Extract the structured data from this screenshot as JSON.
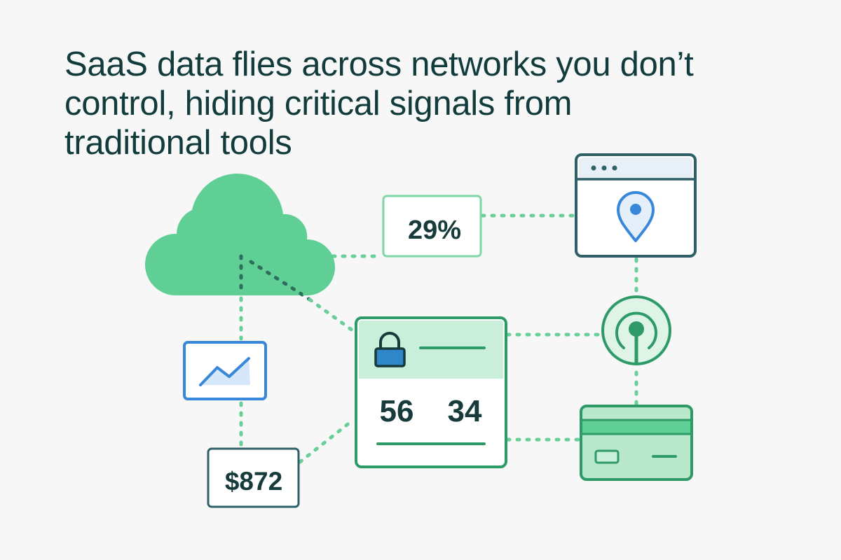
{
  "headline": {
    "line1": "SaaS data flies across networks you don’t",
    "line2": "control, hiding critical signals from",
    "line3": "traditional tools"
  },
  "metrics": {
    "percent": "29%",
    "amount": "$872",
    "value_a": "56",
    "value_b": "34"
  },
  "colors": {
    "headline": "#123c3c",
    "cloud": "#5fcf95",
    "green_stroke": "#2e9a68",
    "dark_stroke": "#2f6068",
    "blue": "#3987d9",
    "connector_green": "#69cf98",
    "connector_dark": "#2d6e5c"
  },
  "icons": {
    "cloud": "cloud-icon",
    "browser": "browser-window-icon",
    "location": "location-pin-icon",
    "signal": "signal-broadcast-icon",
    "chart": "line-chart-icon",
    "lock": "lock-icon",
    "card": "credit-card-icon"
  }
}
